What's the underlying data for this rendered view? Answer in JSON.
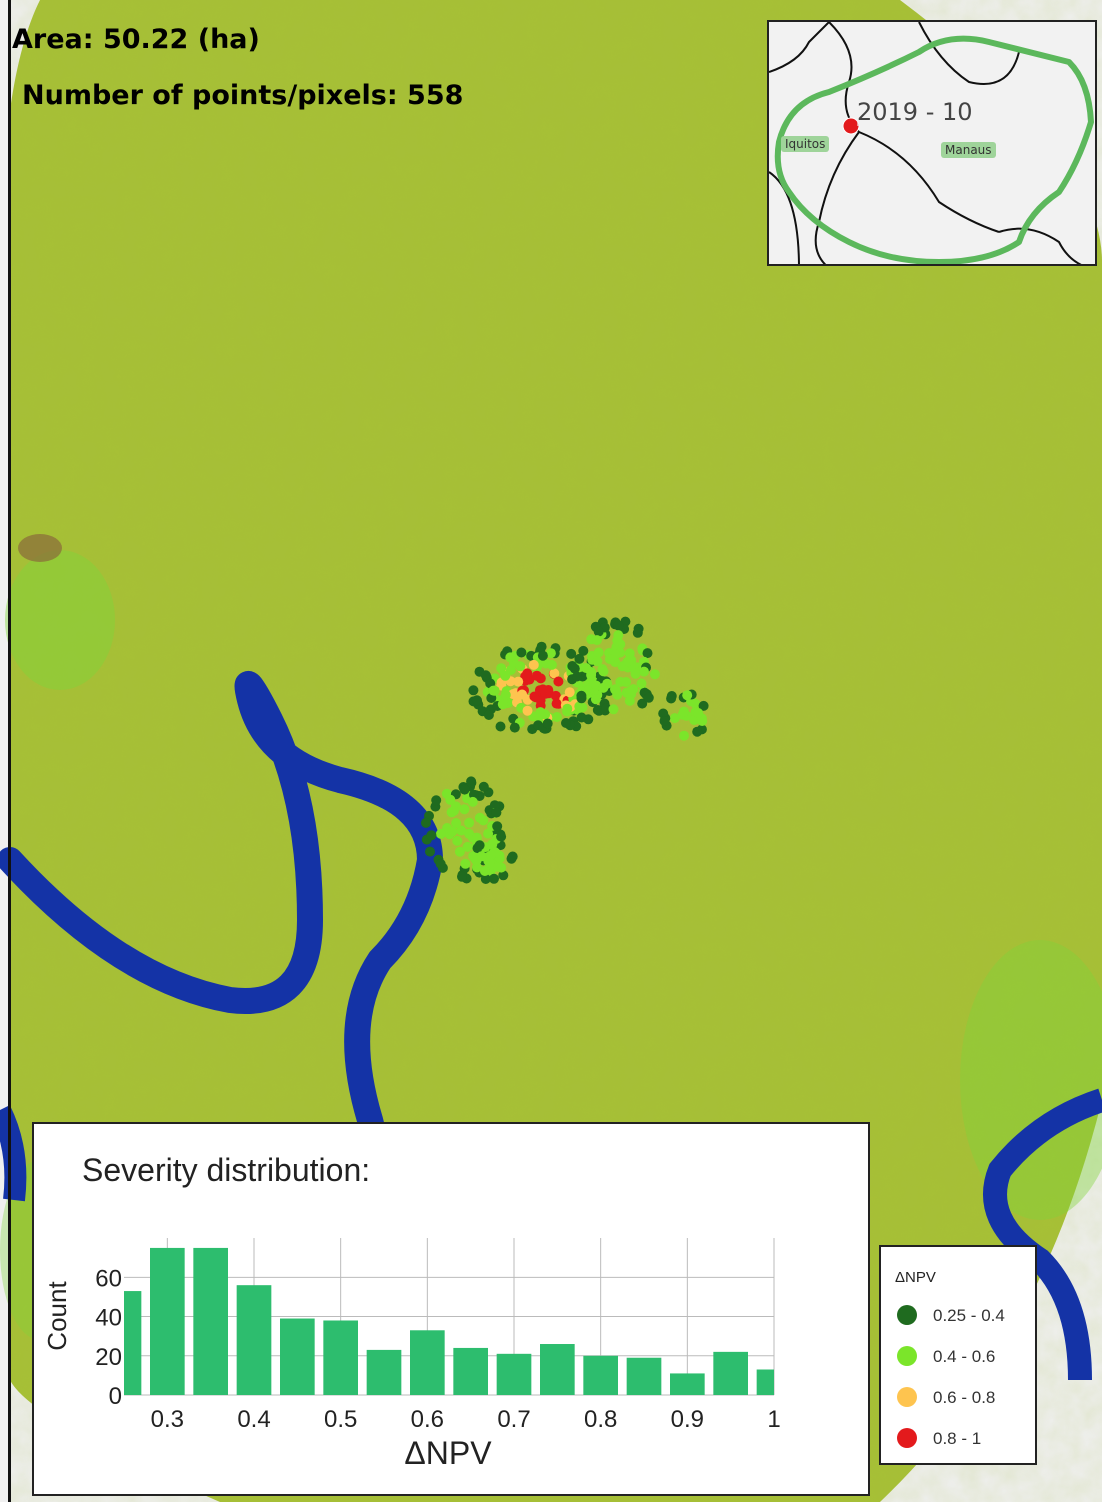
{
  "stats": {
    "area_text": "Area: 50.22 (ha)",
    "points_text": "Number of points/pixels: 558"
  },
  "inset": {
    "date_label": "2019 - 10",
    "cities": [
      "Iquitos",
      "Manaus"
    ],
    "colors": {
      "boundary": "#5cb85c",
      "marker": "#e31a1c"
    }
  },
  "legend": {
    "title": "ΔNPV",
    "items": [
      {
        "label": "0.25 - 0.4",
        "color": "#1f6b1f"
      },
      {
        "label": "0.4 - 0.6",
        "color": "#7be52a"
      },
      {
        "label": "0.6 - 0.8",
        "color": "#fec44f"
      },
      {
        "label": "0.8 - 1",
        "color": "#e31a1c"
      }
    ]
  },
  "chart_data": {
    "type": "bar",
    "title": "Severity distribution:",
    "xlabel": "ΔNPV",
    "ylabel": "Count",
    "xlim": [
      0.25,
      1.0
    ],
    "ylim": [
      0,
      77
    ],
    "bin_width": 0.05,
    "bin_starts": [
      0.25,
      0.3,
      0.35,
      0.4,
      0.45,
      0.5,
      0.55,
      0.6,
      0.65,
      0.7,
      0.75,
      0.8,
      0.85,
      0.9,
      0.95,
      1.0
    ],
    "values": [
      53,
      75,
      75,
      56,
      39,
      38,
      23,
      33,
      24,
      21,
      26,
      20,
      19,
      11,
      22,
      13
    ],
    "x_ticks": [
      "0.3",
      "0.4",
      "0.5",
      "0.6",
      "0.7",
      "0.8",
      "0.9",
      "1"
    ],
    "y_ticks": [
      "0",
      "20",
      "40",
      "60"
    ],
    "bar_color": "#2dbd6e",
    "grid": true
  }
}
